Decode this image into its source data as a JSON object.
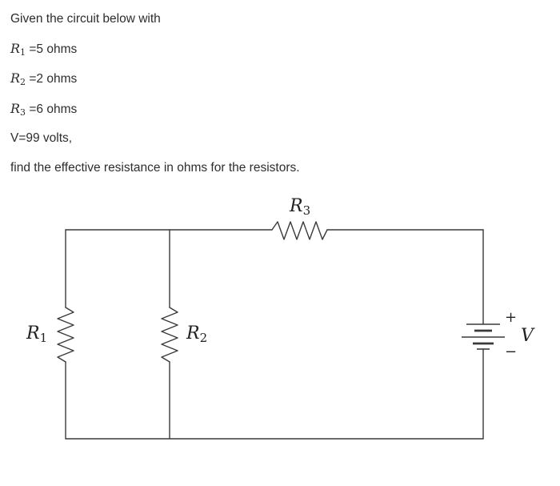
{
  "problem": {
    "intro": "Given the circuit below with",
    "given": [
      {
        "symbol": "R",
        "subscript": "1",
        "text": " =5 ohms"
      },
      {
        "symbol": "R",
        "subscript": "2",
        "text": " =2 ohms"
      },
      {
        "symbol": "R",
        "subscript": "3",
        "text": " =6 ohms"
      }
    ],
    "voltage": "V=99 volts,",
    "question": "find the effective resistance in ohms for the resistors."
  },
  "circuit": {
    "r1": {
      "symbol": "R",
      "subscript": "1"
    },
    "r2": {
      "symbol": "R",
      "subscript": "2"
    },
    "r3": {
      "symbol": "R",
      "subscript": "3"
    },
    "battery": {
      "symbol": "V",
      "plus": "+",
      "minus": "−"
    }
  }
}
